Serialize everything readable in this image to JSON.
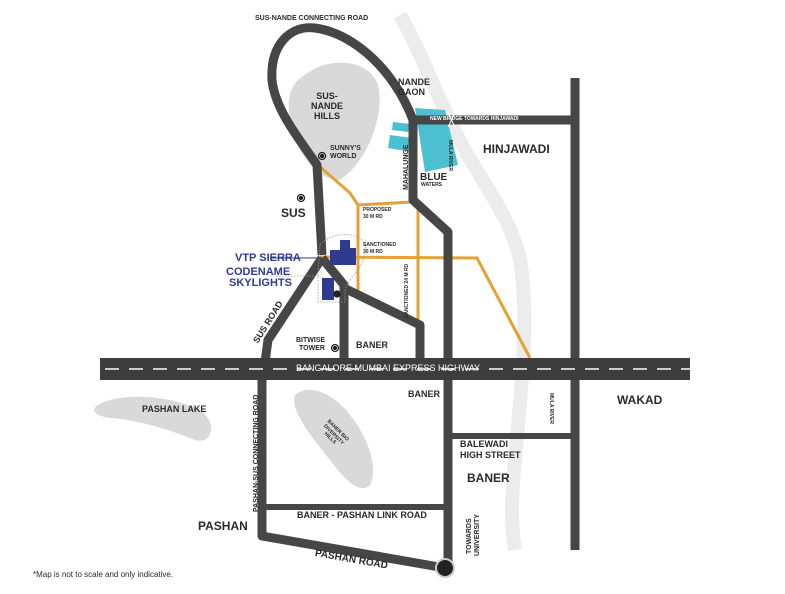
{
  "colors": {
    "road": "#464646",
    "minor_road": "#e3a233",
    "hills": "#d9d9d9",
    "river": "#ececec",
    "blue_waters": "#4cbfd0",
    "project": "#2e3b8f"
  },
  "labels": {
    "sus_nande_road": "SUS-NANDE CONNECTING ROAD",
    "sus_nande_hills": "SUS-NANDE HILLS",
    "nande_gaon": "NANDE GAON",
    "new_bridge": "NEW BRIDGE TOWARDS HINJAWADI",
    "mula_river_top": "MULA RIVER",
    "hinjawadi": "HINJAWADI",
    "sunnys_world": "SUNNY'S WORLD",
    "mahalunge": "MAHALUNGE",
    "blue": "BLUE",
    "waters": "WATERS",
    "sus": "SUS",
    "proposed": "PROPOSED",
    "proposed_rd": "30 M RD",
    "sanctioned_30": "SANCTIONED",
    "sanctioned_30_rd": "30 M RD",
    "vtp_sierra": "VTP SIERRA",
    "codename": "CODENAME",
    "skylights": "SKYLIGHTS",
    "sanctioned_24": "SANCTIONED 24 M RD",
    "sus_road": "SUS ROAD",
    "bitwise": "BITWISE",
    "tower": "TOWER",
    "baner_top": "BANER",
    "highway": "BANGALORE MUMBAI EXPRESS HIGHWAY",
    "pashan_lake": "PASHAN LAKE",
    "baner_hills": "BANER BIO DIVERSITY HILLS",
    "baner_mid": "BANER",
    "mula_river_bottom": "MULA RIVER",
    "wakad": "WAKAD",
    "pashan_sus_road": "PASHAN-SUS CONNECTING ROAD",
    "balewadi": "BALEWADI",
    "high_street": "HIGH STREET",
    "baner_bottom": "BANER",
    "towards": "TOWARDS",
    "university": "UNIVERSITY",
    "pashan": "PASHAN",
    "link_road": "BANER - PASHAN LINK ROAD",
    "pashan_road": "PASHAN ROAD",
    "disclaimer": "*Map is not to scale and only indicative."
  }
}
